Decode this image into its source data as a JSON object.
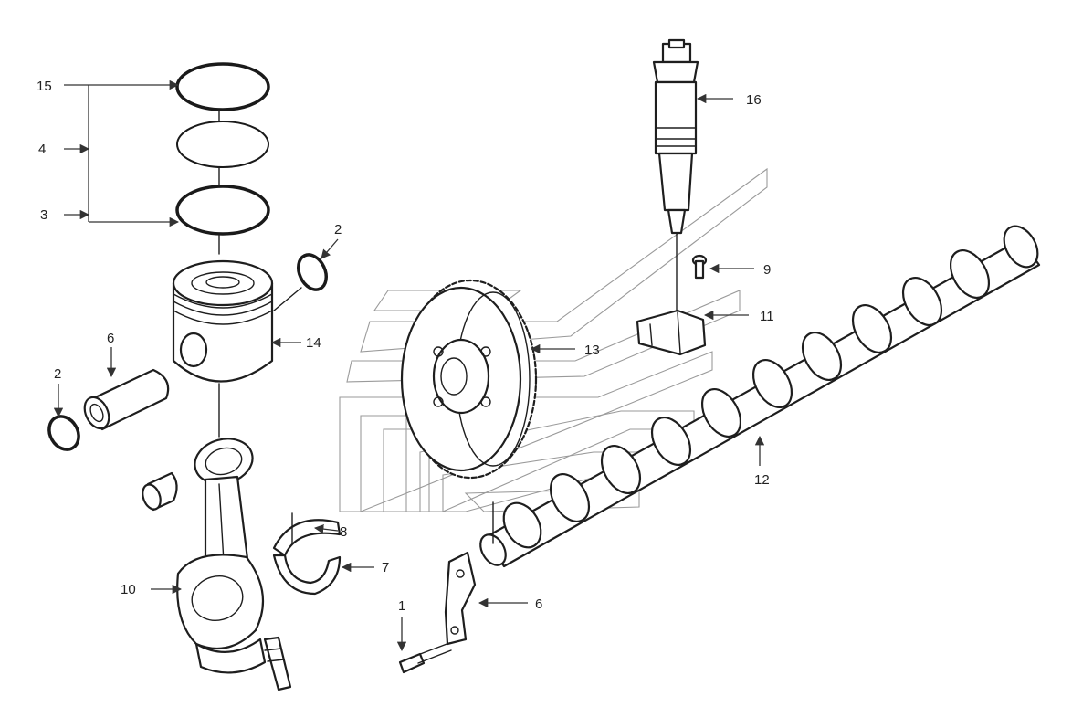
{
  "callouts": [
    {
      "id": "label-15",
      "text": "15"
    },
    {
      "id": "label-4",
      "text": "4"
    },
    {
      "id": "label-3",
      "text": "3"
    },
    {
      "id": "label-2-top",
      "text": "2"
    },
    {
      "id": "label-14",
      "text": "14"
    },
    {
      "id": "label-6-pin",
      "text": "6"
    },
    {
      "id": "label-2-left",
      "text": "2"
    },
    {
      "id": "label-8",
      "text": "8"
    },
    {
      "id": "label-7",
      "text": "7"
    },
    {
      "id": "label-10",
      "text": "10"
    },
    {
      "id": "label-16",
      "text": "16"
    },
    {
      "id": "label-9",
      "text": "9"
    },
    {
      "id": "label-11",
      "text": "11"
    },
    {
      "id": "label-13",
      "text": "13"
    },
    {
      "id": "label-12",
      "text": "12"
    },
    {
      "id": "label-1",
      "text": "1"
    },
    {
      "id": "label-6-plate",
      "text": "6"
    }
  ],
  "parts": {
    "piston_rings": "piston-rings-icon",
    "piston": "piston-icon",
    "piston_pin": "piston-pin-icon",
    "snap_rings": "snap-ring-icon",
    "connecting_rod": "connecting-rod-icon",
    "rod_bushing": "bushing-icon",
    "bearing_shells": "bearing-shell-icon",
    "injector": "fuel-injector-icon",
    "screw": "screw-icon",
    "clamp": "clamp-icon",
    "gear": "camshaft-gear-icon",
    "camshaft": "camshaft-icon",
    "bolt": "bolt-icon",
    "thrust_plate": "thrust-plate-icon",
    "watermark": "brand-watermark-logo"
  },
  "colors": {
    "line": "#1e1e1e",
    "watermark": "#9a9a9a",
    "background": "#ffffff"
  }
}
